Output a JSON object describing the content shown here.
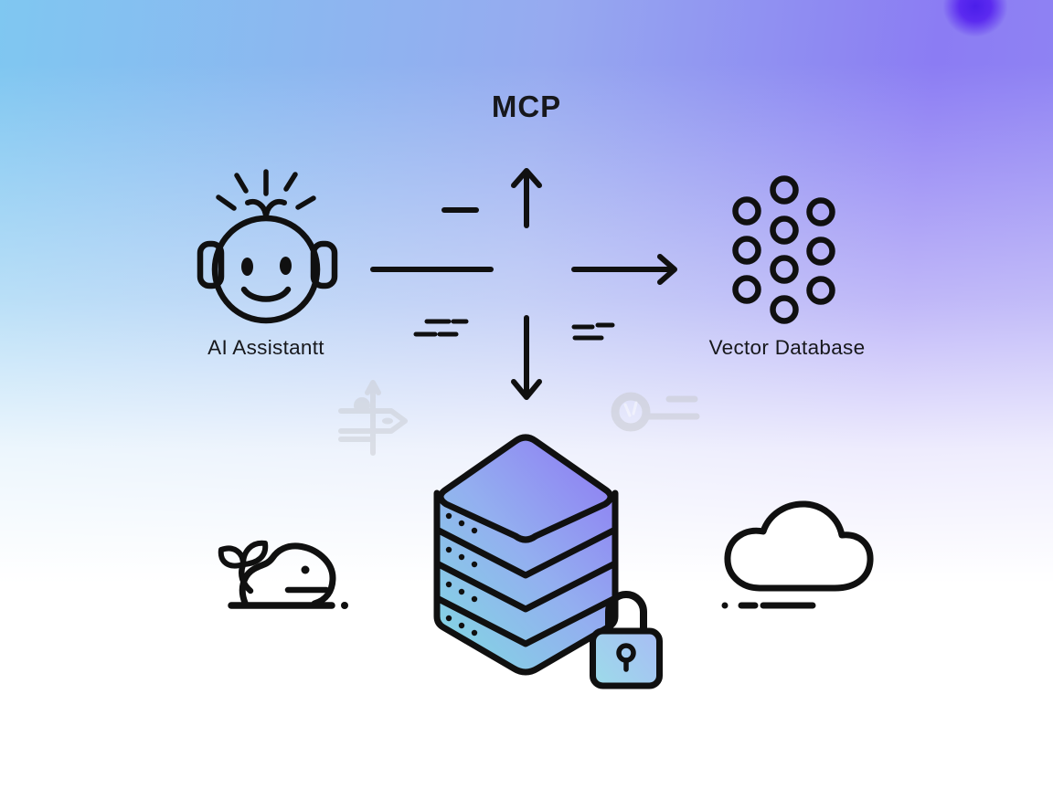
{
  "title": "MCP",
  "nodes": {
    "assistant": {
      "label": "AI Assistantt",
      "icon": "ai-assistant-face-icon"
    },
    "vector_db": {
      "label": "Vector Database",
      "icon": "vector-database-dots-icon"
    },
    "server": {
      "icon": "server-stack-icon",
      "lock_icon": "padlock-icon"
    },
    "whale": {
      "icon": "whale-icon"
    },
    "cloud": {
      "icon": "cloud-icon"
    }
  },
  "connections": {
    "arrows": [
      "center-up-arrow",
      "center-down-arrow",
      "assistant-to-center-line",
      "center-to-vector-db-arrow"
    ]
  },
  "watermarks": {
    "left": "signpost-arrow-icon",
    "right": "key-icon"
  },
  "colors": {
    "line": "#101010",
    "text": "#17181c",
    "bg_top_left": "#7fc7f1",
    "bg_top_right": "#8b7cf3",
    "bg_bottom": "#ffffff",
    "corner_blob": "#4b1eea",
    "server_gradient_start": "#82d7e2",
    "server_gradient_mid": "#93aff0",
    "server_gradient_end": "#8f7cf3",
    "lock_gradient_start": "#9cdce9",
    "lock_gradient_end": "#a8bcf5",
    "watermark_gray": "#c9ccd2"
  }
}
